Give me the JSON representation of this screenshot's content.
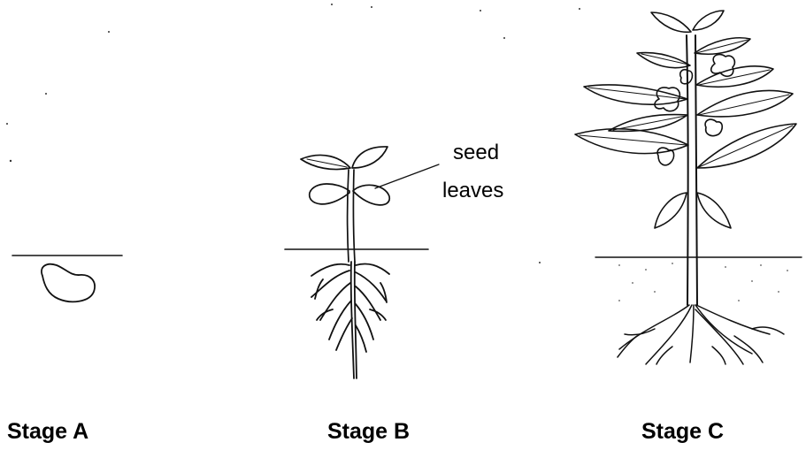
{
  "stages": [
    {
      "label": "Stage A"
    },
    {
      "label": "Stage B"
    },
    {
      "label": "Stage C"
    }
  ],
  "annotation": {
    "line1": "seed",
    "line2": "leaves"
  }
}
